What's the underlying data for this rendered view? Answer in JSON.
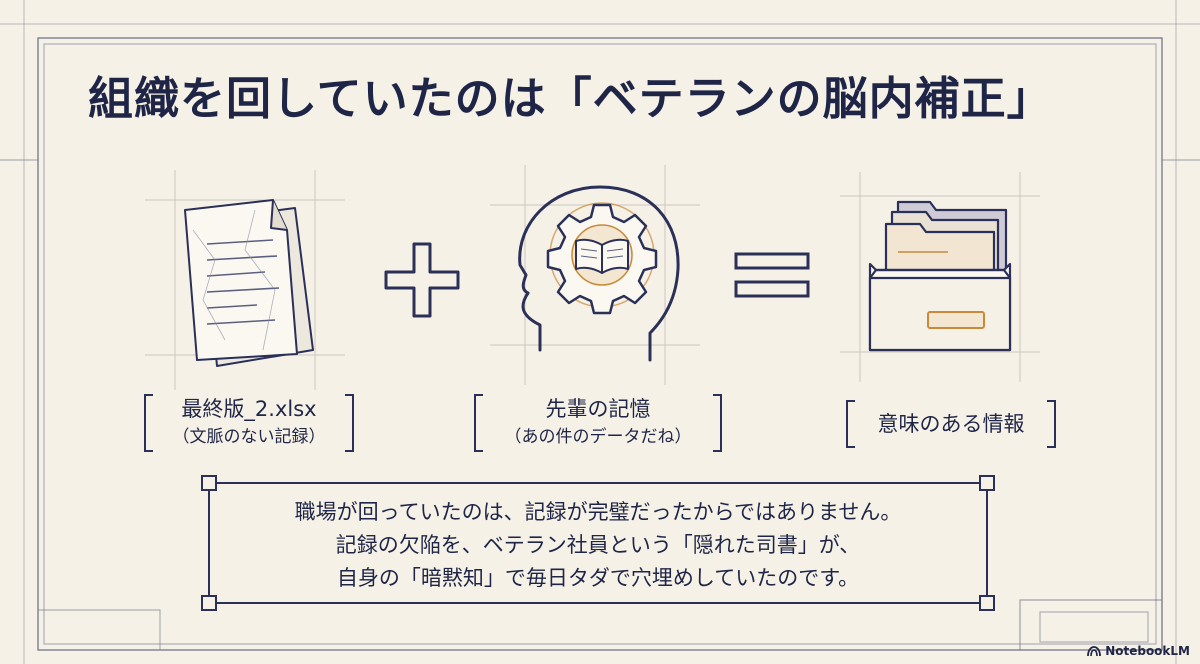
{
  "title": "組織を回していたのは「ベテランの脳内補正」",
  "items": [
    {
      "icon": "crumpled-document-icon",
      "label": "最終版_2.xlsx",
      "sublabel": "（文脈のない記録）"
    },
    {
      "icon": "head-gear-book-icon",
      "label": "先輩の記憶",
      "sublabel": "（あの件のデータだね）"
    },
    {
      "icon": "file-drawer-icon",
      "label": "意味のある情報"
    }
  ],
  "operators": {
    "plus": "plus-icon",
    "equals": "equals-icon"
  },
  "message": {
    "lines": [
      "職場が回っていたのは、記録が完璧だったからではありません。",
      "記録の欠陥を、ベテラン社員という「隠れた司書」が、",
      "自身の「暗黙知」で毎日タダで穴埋めしていたのです。"
    ]
  },
  "brand": "NotebookLM",
  "colors": {
    "ink": "#1f2547",
    "paper": "#f6f1e6",
    "accent": "#c8893a",
    "grid": "#b9b7b0"
  }
}
